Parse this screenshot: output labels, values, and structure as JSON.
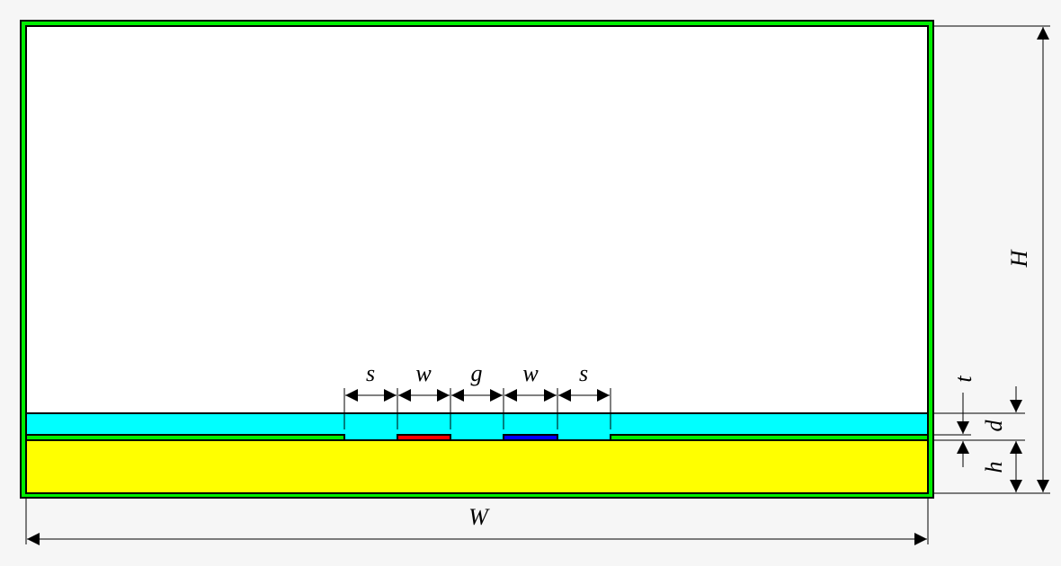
{
  "labels": {
    "s1": "s",
    "w1": "w",
    "g": "g",
    "w2": "w",
    "s2": "s",
    "t": "t",
    "d": "d",
    "h": "h",
    "H": "H",
    "W": "W"
  },
  "colors": {
    "ground": "#00ee00",
    "dielectric": "#00ffff",
    "substrate": "#ffff00",
    "strip_pos": "#ff0000",
    "strip_neg": "#0000ff",
    "background": "#f6f6f6"
  }
}
